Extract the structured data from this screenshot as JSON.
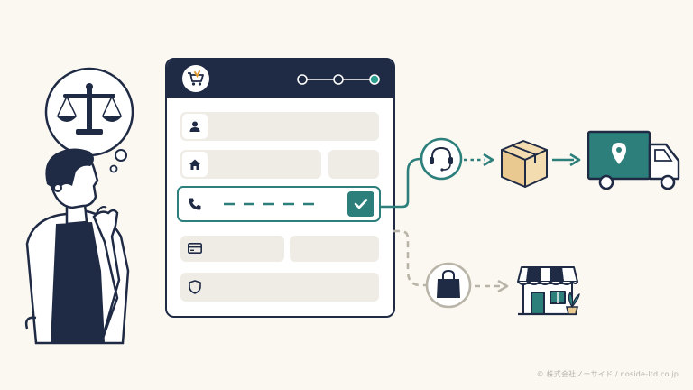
{
  "footer": {
    "copyright": "© 株式会社ノーサイド / noside-ltd.co.jp"
  },
  "colors": {
    "background": "#fbf8f1",
    "navy": "#1f2a44",
    "teal": "#2d7f7c",
    "gray_field": "#efece6",
    "dashed_gray": "#b9b4a8"
  },
  "icons": {
    "thought": "scales-icon",
    "header": "cart-icon",
    "fields": [
      "person-icon",
      "home-icon",
      "phone-icon",
      "card-icon",
      "shield-icon"
    ],
    "top_route": [
      "headset-icon",
      "package-icon",
      "delivery-truck-icon"
    ],
    "bottom_route": [
      "shopping-bag-icon",
      "storefront-icon"
    ]
  },
  "progress": {
    "steps": 3,
    "current_step": 3
  }
}
